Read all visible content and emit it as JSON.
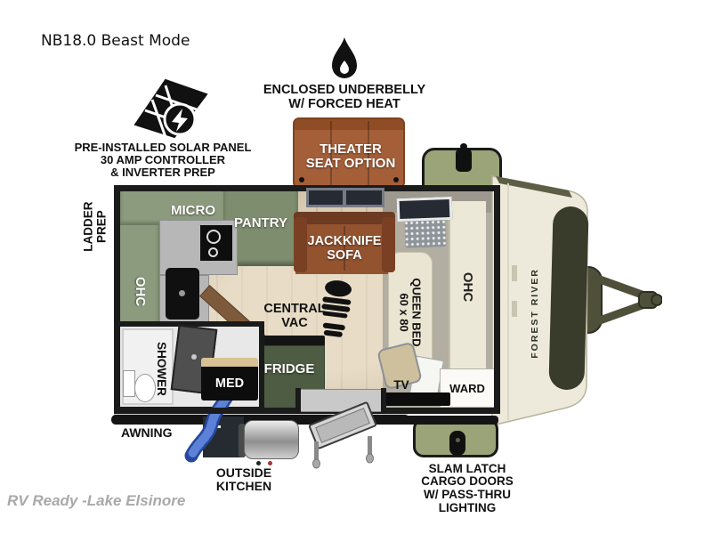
{
  "title": "NB18.0 Beast Mode",
  "watermark": "RV Ready -Lake Elsinore",
  "brand_vertical": "FOREST RIVER",
  "callouts": {
    "solar": [
      "PRE-INSTALLED SOLAR PANEL",
      "30 AMP CONTROLLER",
      "& INVERTER PREP"
    ],
    "underbelly": [
      "ENCLOSED UNDERBELLY",
      "W/ FORCED HEAT"
    ],
    "theater": [
      "THEATER",
      "SEAT OPTION"
    ],
    "ladder": [
      "LADDER",
      "PREP"
    ],
    "awning": "AWNING",
    "outside_kitchen": [
      "OUTSIDE",
      "KITCHEN"
    ],
    "cargo": [
      "SLAM LATCH",
      "CARGO DOORS",
      "W/ PASS-THRU",
      "LIGHTING"
    ]
  },
  "labels": {
    "micro": "MICRO",
    "pantry": "PANTRY",
    "ohc_left": "OHC",
    "ohc_right": "OHC",
    "sofa": [
      "JACKKNIFE",
      "SOFA"
    ],
    "central_vac": [
      "CENTRAL",
      "VAC"
    ],
    "bed_name": "QUEEN BED",
    "bed_size": "60 x 80",
    "shower": "SHOWER",
    "med": "MED",
    "fridge": "FRIDGE",
    "tv": "TV",
    "ward": "WARD"
  },
  "colors": {
    "cabinet_green": "#8c9b7e",
    "pantry_green": "#7d8d6e",
    "fridge_green": "#4d5c42",
    "cargo_green": "#9aa478",
    "sofa_brown": "#94532f",
    "theater_brown": "#a45f39",
    "bed_cream": "#eae5d2",
    "floor_tan": "#d2c4ab",
    "carpet_gray": "#b2aea1",
    "wall_black": "#1b1b1b"
  }
}
